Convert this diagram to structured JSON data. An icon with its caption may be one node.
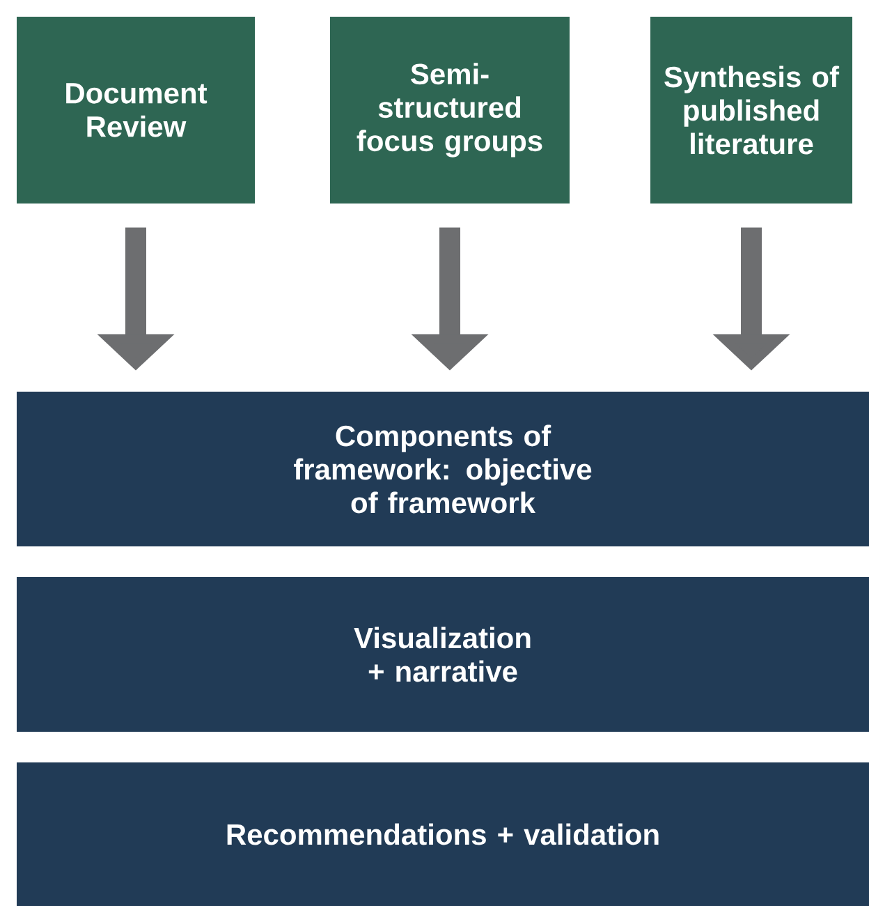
{
  "diagram": {
    "nodes": [
      {
        "text": [
          "Document Review"
        ]
      },
      {
        "text": [
          "Semi-structured focus groups"
        ]
      },
      {
        "text": [
          "Synthesis of published literature"
        ]
      },
      {
        "text": [
          "Components of framework: objective of framework"
        ]
      },
      {
        "text": [
          "Visualization + narrative"
        ]
      },
      {
        "text": [
          "Recommendations + validation"
        ]
      }
    ],
    "edges": [
      {
        "from": 0,
        "to": 3,
        "arrow": "to"
      },
      {
        "from": 1,
        "to": 3,
        "arrow": "to"
      },
      {
        "from": 2,
        "to": 3,
        "arrow": "to"
      }
    ]
  }
}
